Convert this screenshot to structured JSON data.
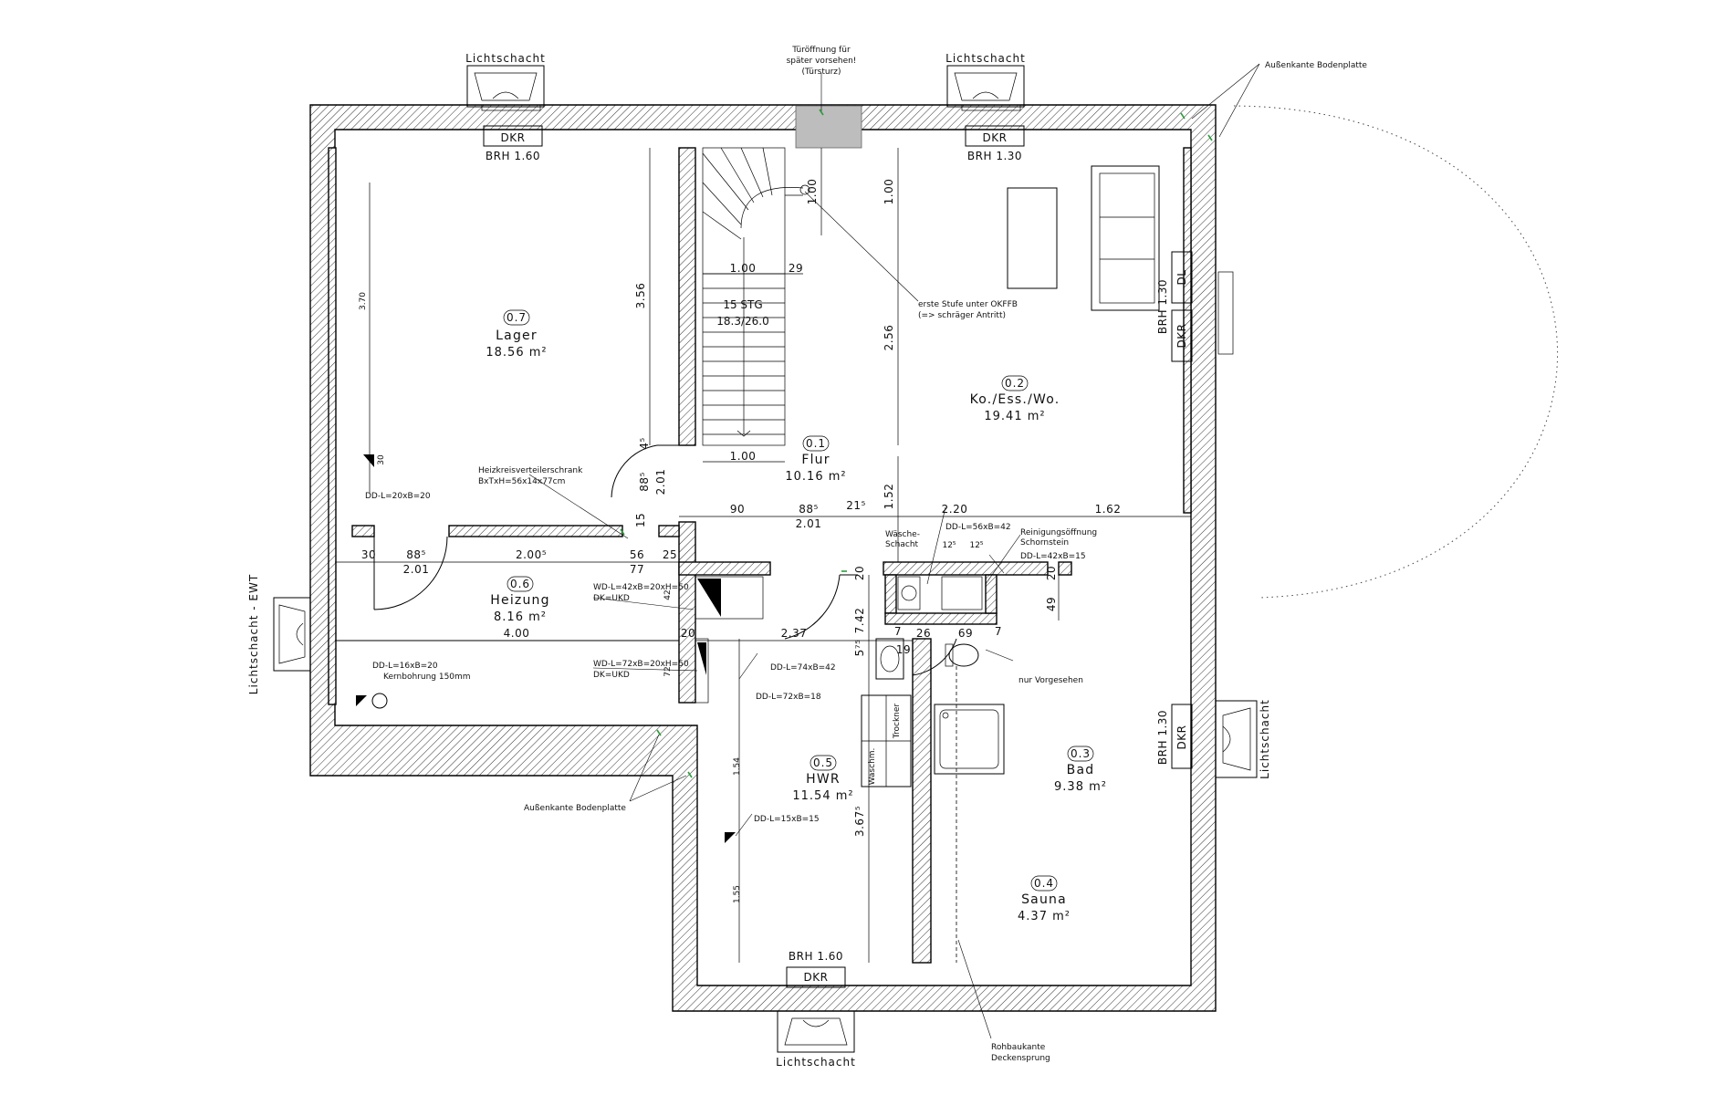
{
  "rooms": [
    {
      "id": "0.7",
      "name": "Lager",
      "area": "18.56 m²"
    },
    {
      "id": "0.1",
      "name": "Flur",
      "area": "10.16 m²"
    },
    {
      "id": "0.2",
      "name": "Ko./Ess./Wo.",
      "area": "19.41 m²"
    },
    {
      "id": "0.6",
      "name": "Heizung",
      "area": "8.16 m²"
    },
    {
      "id": "0.5",
      "name": "HWR",
      "area": "11.54 m²"
    },
    {
      "id": "0.3",
      "name": "Bad",
      "area": "9.38 m²"
    },
    {
      "id": "0.4",
      "name": "Sauna",
      "area": "4.37 m²"
    }
  ],
  "labels": {
    "lichtschacht": "Lichtschacht",
    "lichtschacht_ewt": "Lichtschacht - EWT",
    "dkr": "DKR",
    "dl": "DL",
    "brh_160": "BRH 1.60",
    "brh_130": "BRH 1.30",
    "tueroeffnung_1": "Türöffnung für",
    "tueroeffnung_2": "später vorsehen!",
    "tueroeffnung_3": "(Türsturz)",
    "aussenkante": "Außenkante Bodenplatte",
    "stufe_1": "erste Stufe unter OKFFB",
    "stufe_2": "(=> schräger Antritt)",
    "heizkreis_1": "Heizkreisverteilerschrank",
    "heizkreis_2": "BxTxH=56x14x77cm",
    "waesche_1": "Wäsche-",
    "waesche_2": "Schacht",
    "reinigung_1": "Reinigungsöffnung",
    "reinigung_2": "Schornstein",
    "nur_vorgesehen": "nur Vorgesehen",
    "rohbau_1": "Rohbaukante",
    "rohbau_2": "Deckensprung",
    "kernbohrung": "Kernbohrung 150mm",
    "trockner": "Trockner",
    "waschm": "Waschm.",
    "stg": "15 STG",
    "stg_ratio": "18.3/26.0"
  },
  "openings": {
    "dd_20x20": "DD-L=20xB=20",
    "dd_16x20": "DD-L=16xB=20",
    "dd_56x42": "DD-L=56xB=42",
    "dd_42x15": "DD-L=42xB=15",
    "dd_74x42": "DD-L=74xB=42",
    "dd_72x18": "DD-L=72xB=18",
    "dd_15x15": "DD-L=15xB=15",
    "wd_42_1": "WD-L=42xB=20xH=50",
    "wd_42_2": "DK=UKD",
    "wd_72_1": "WD-L=72xB=20xH=50",
    "wd_72_2": "DK=UKD"
  },
  "dimensions": {
    "d_3_56": "3.56",
    "d_1_00a": "1.00",
    "d_1_00b": "1.00",
    "d_1_00c": "1.00",
    "d_1_00d": "1.00",
    "d_29": "29",
    "d_2_56": "2.56",
    "d_1_52": "1.52",
    "d_2_20": "2.20",
    "d_1_62": "1.62",
    "d_90": "90",
    "d_88_5a": "88⁵",
    "d_88_5b": "88⁵",
    "d_88_5c": "88⁵",
    "d_21_5": "21⁵",
    "d_2_01a": "2.01",
    "d_2_01b": "2.01",
    "d_2_01c": "2.01",
    "d_30": "30",
    "d_2_00_5": "2.00⁵",
    "d_56": "56",
    "d_25": "25",
    "d_77": "77",
    "d_4_00": "4.00",
    "d_2_37": "2.37",
    "d_7_42": "7.42",
    "d_5_75": "5⁷⁵",
    "d_20a": "20",
    "d_20b": "20",
    "d_20c": "20",
    "d_49": "49",
    "d_7a": "7",
    "d_7b": "7",
    "d_26": "26",
    "d_69": "69",
    "d_19": "19",
    "d_3_67_5": "3.67⁵",
    "d_15": "15",
    "d_4_5": "4⁵",
    "d_12_5a": "12⁵",
    "d_12_5b": "12⁵",
    "d_3_70": "3.70",
    "d_30v": "30",
    "d_1_54": "1.54",
    "d_1_55": "1.55",
    "d_42": "42",
    "d_72": "72"
  }
}
